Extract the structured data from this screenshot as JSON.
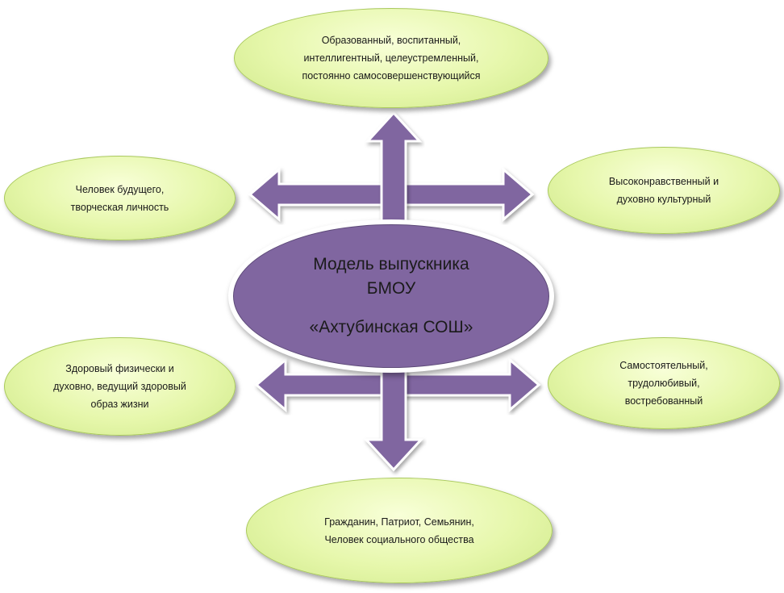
{
  "center": {
    "line1": "Модель выпускника",
    "line2": "БМОУ",
    "line3": "«Ахтубинская СОШ»"
  },
  "nodes": {
    "top": "Образованный, воспитанный,\nинтеллигентный, целеустремленный,\nпостоянно самосовершенствующийся",
    "upper_left": "Человек будущего,\nтворческая личность",
    "upper_right": "Высоконравственный и\nдуховно культурный",
    "lower_left": "Здоровый физически и\nдуховно, ведущий здоровый\nобраз жизни",
    "lower_right": "Самостоятельный,\nтрудолюбивый,\nвостребованный",
    "bottom": "Гражданин, Патриот, Семьянин,\nЧеловек социального общества"
  },
  "colors": {
    "arrow_fill": "#8066a0",
    "arrow_stroke": "#ffffff",
    "bubble_fill": "#e6f7ab",
    "bubble_border": "#a9c95c",
    "center_fill": "#8066a0"
  }
}
